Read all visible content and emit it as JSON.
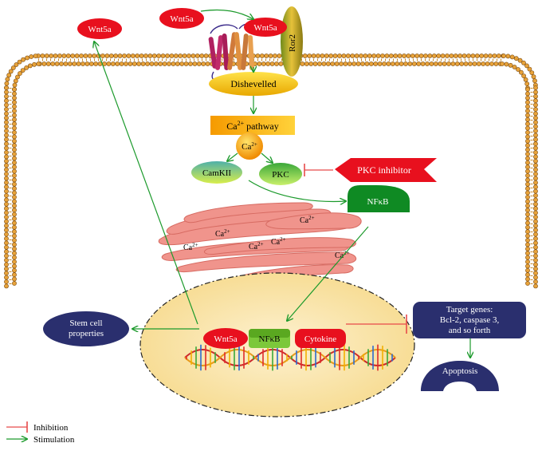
{
  "labels": {
    "wnt5a_top": "Wnt5a",
    "wnt5a_receptor": "Wnt5a",
    "wnt5a_left": "Wnt5a",
    "ror2": "Ror2",
    "dishevelled": "Dishevelled",
    "ca_pathway_prefix": "Ca",
    "ca_pathway_sup": "2+",
    "ca_pathway_suffix": " pathway",
    "ca_ion": "Ca",
    "ca_ion_sup": "2+",
    "camkii": "CamKII",
    "pkc": "PKC",
    "pkc_inhibitor": "PKC inhibitor",
    "nfkb_cyto": "NFκB",
    "er_ca": "Ca",
    "er_ca_sup": "2+",
    "wnt5a_gene": "Wnt5a",
    "nfkb_gene": "NFκB",
    "cytokine_gene": "Cytokine",
    "stem_cell_line1": "Stem cell",
    "stem_cell_line2": "properties",
    "target_line1": "Target genes:",
    "target_line2": "Bcl-2, caspase 3,",
    "target_line3": "and so forth",
    "apoptosis": "Apoptosis",
    "legend_inhibition": "Inhibition",
    "legend_stimulation": "Stimulation"
  },
  "colors": {
    "membrane": "#e8a33a",
    "membrane_dark": "#7a4a10",
    "wnt5a_red": "#e8101e",
    "dishevelled_yellow": "#f7c600",
    "ca_pathway_orange": "#f4a300",
    "camkii_green": "#7cc83a",
    "pkc_green": "#8fd35a",
    "nfkb_green": "#0f8a23",
    "er_pink": "#f0948c",
    "nucleus_fill": "#f9e3a8",
    "navy": "#2a2f6e",
    "stimulation_green": "#1c9a2c",
    "inhibition_red": "#e84a4a",
    "ror2_gold": "#c8a52a"
  }
}
